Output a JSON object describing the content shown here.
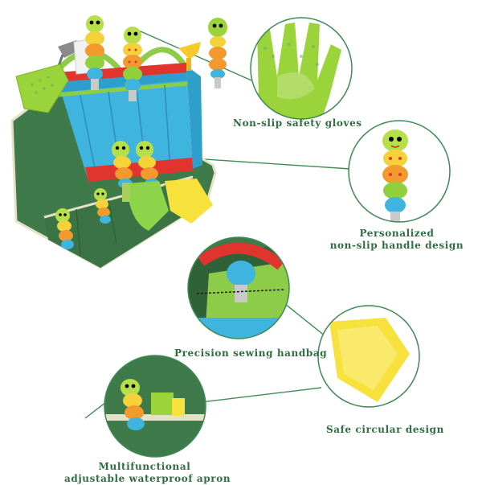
{
  "captions": {
    "gloves": "Non-slip safety gloves",
    "handle_line1": "Personalized",
    "handle_line2": "non-slip handle design",
    "handbag": "Precision sewing handbag",
    "shovel": "Safe circular design",
    "apron_line1": "Multifunctional",
    "apron_line2": "adjustable waterproof apron"
  },
  "colors": {
    "accent_green": "#2f6d3f",
    "connector_line": "#3f8a55",
    "apron": "#3f7a4a",
    "bag_blue": "#3fb4de",
    "bag_red": "#e2342e",
    "glove_green": "#9ad33a",
    "shovel_yellow": "#f7e13c"
  },
  "icons": [
    "caterpillar-handle-icon",
    "glove-icon",
    "shovel-icon",
    "spray-bottle-icon"
  ]
}
